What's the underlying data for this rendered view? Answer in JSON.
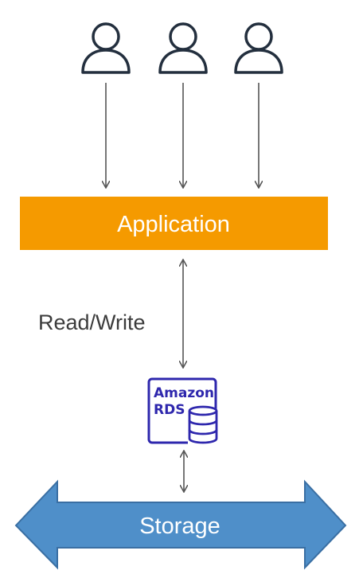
{
  "users": [
    {
      "icon": "user-icon"
    },
    {
      "icon": "user-icon"
    },
    {
      "icon": "user-icon"
    }
  ],
  "application": {
    "label": "Application",
    "color": "#f59a00"
  },
  "connection": {
    "label": "Read/Write"
  },
  "database": {
    "icon": "amazon-rds-icon",
    "line1": "Amazon",
    "line2": "RDS",
    "color": "#2e27ad"
  },
  "storage": {
    "label": "Storage",
    "fill": "#4f8fc9",
    "stroke": "#3a6fa3"
  },
  "colors": {
    "user_stroke": "#232f3e",
    "arrow": "#555555",
    "text": "#3b3b3b"
  }
}
